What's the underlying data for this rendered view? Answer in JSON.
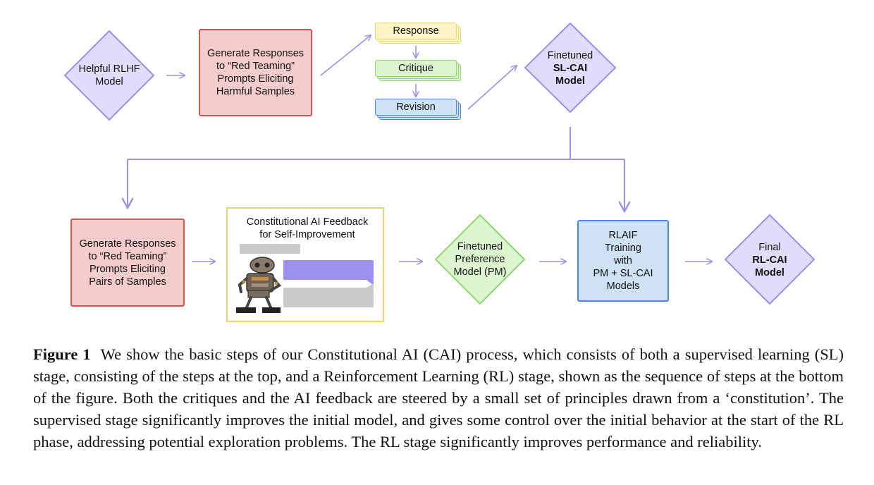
{
  "top_row": {
    "helpful_model": "Helpful RLHF\nModel",
    "generate_harmful": "Generate Responses\nto “Red Teaming”\nPrompts Eliciting\nHarmful Samples",
    "response": "Response",
    "critique": "Critique",
    "revision": "Revision",
    "finetuned_line1": "Finetuned",
    "finetuned_line2": "SL-CAI",
    "finetuned_line3": "Model"
  },
  "bottom_row": {
    "generate_pairs": "Generate Responses\nto “Red Teaming”\nPrompts Eliciting\nPairs of Samples",
    "feedback_title": "Constitutional AI Feedback\nfor Self-Improvement",
    "preference_model": "Finetuned\nPreference\nModel (PM)",
    "rlaif": "RLAIF\nTraining\nwith\nPM + SL-CAI\nModels",
    "final_line1": "Final",
    "final_line2": "RL-CAI",
    "final_line3": "Model"
  },
  "caption": {
    "figure_label": "Figure 1",
    "text": "We show the basic steps of our Constitutional AI (CAI) process, which consists of both a supervised learning (SL) stage, consisting of the steps at the top, and a Reinforcement Learning (RL) stage, shown as the sequence of steps at the bottom of the figure. Both the critiques and the AI feedback are steered by a small set of principles drawn from a ‘constitution’. The supervised stage significantly improves the initial model, and gives some control over the initial behavior at the start of the RL phase, addressing potential exploration problems. The RL stage significantly improves performance and reliability."
  },
  "colors": {
    "purple": "#9b8ff0",
    "purple_fill": "#e2dcfb",
    "red_border": "#d9534f",
    "red_fill": "#f4cccc",
    "yellow_border": "#e6d96a",
    "yellow_fill": "#fff4c8",
    "green_border": "#8fd86a",
    "green_fill": "#dcf5d0",
    "blue_border": "#4a86e8",
    "blue_fill": "#cfe2f3",
    "gray_bubble": "#c9c9c9"
  },
  "icons": {
    "robot_image": "thinking-robot-icon"
  }
}
